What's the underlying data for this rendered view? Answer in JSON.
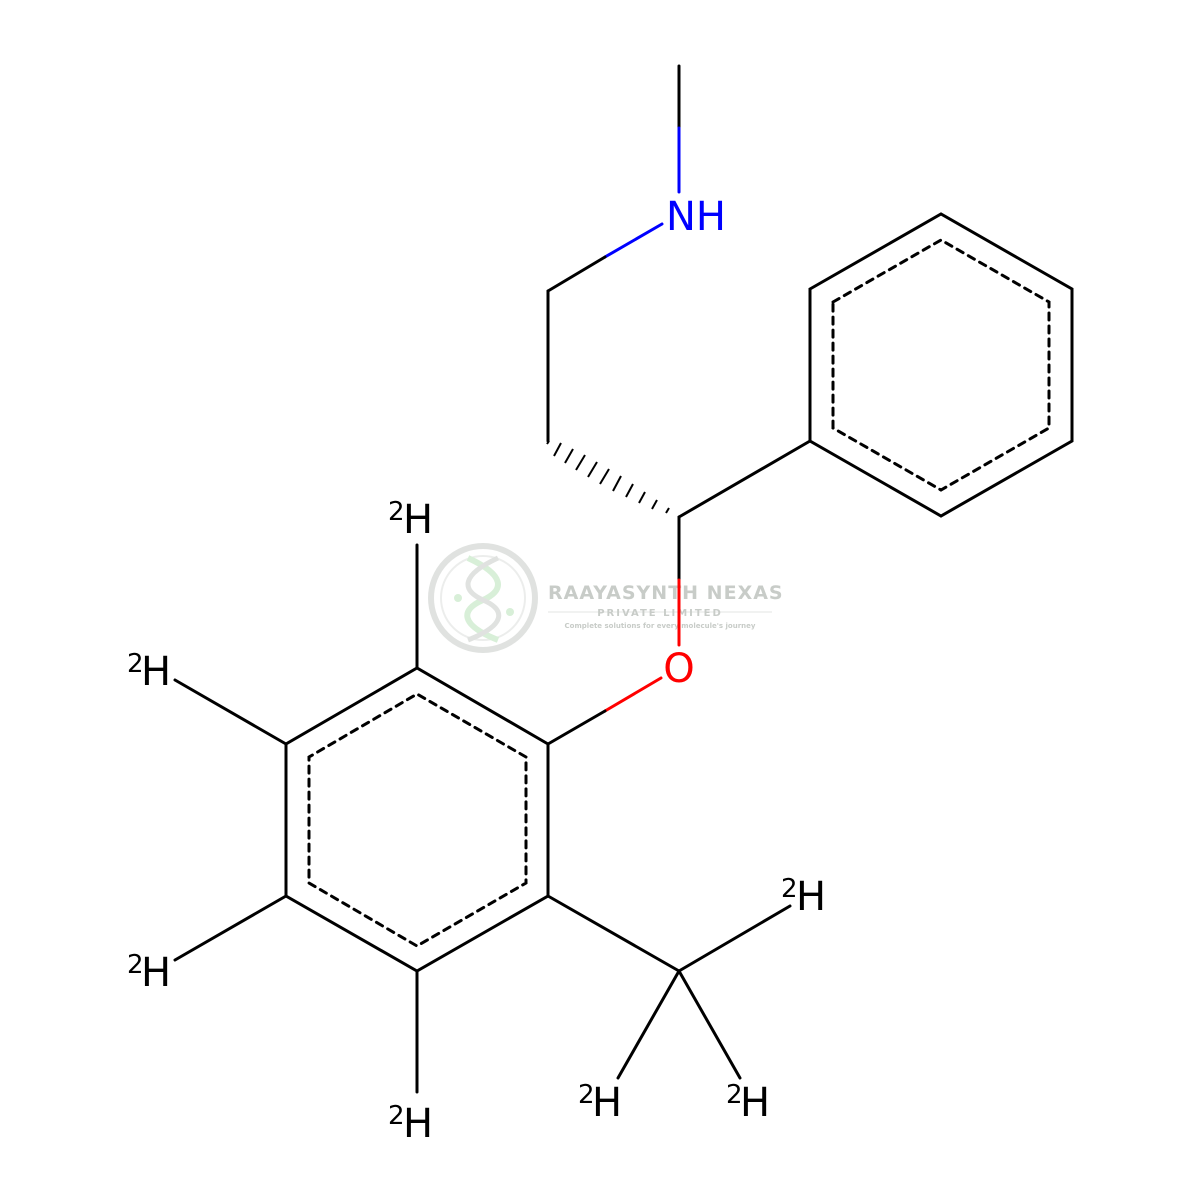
{
  "colors": {
    "bond": "#000000",
    "nitrogen": "#0000ff",
    "oxygen": "#ff0000",
    "watermark": "#c8ccc8",
    "watermark_green": "#b9e3b9"
  },
  "atoms": {
    "nitrogen": {
      "element": "N",
      "hydrogen": "H"
    },
    "oxygen": {
      "element": "O"
    },
    "deuterium": {
      "isotope": "2",
      "element": "H"
    }
  },
  "watermark": {
    "company": "RAAYASYNTH NEXAS",
    "subtitle": "PRIVATE LIMITED",
    "tagline": "Complete solutions for every molecule's journey"
  }
}
